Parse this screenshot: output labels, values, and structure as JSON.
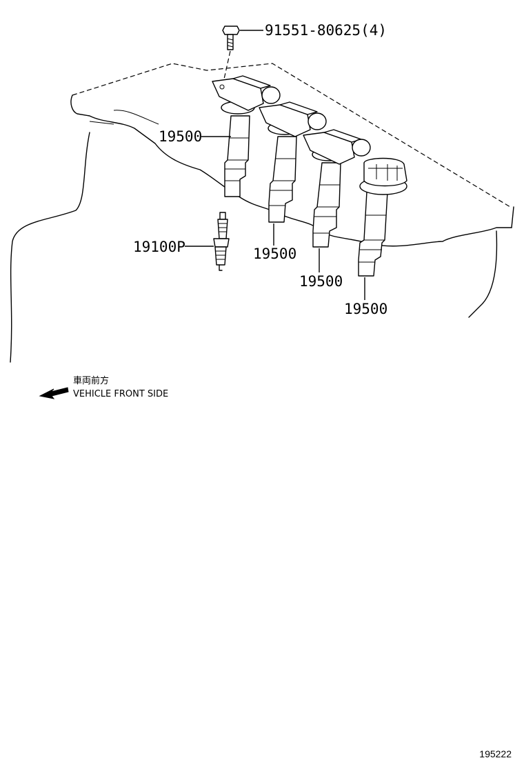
{
  "diagram": {
    "callouts": {
      "bolt": "91551-80625(4)",
      "coil_1": "19500",
      "spark_plug": "19100P",
      "coil_2": "19500",
      "coil_3": "19500",
      "coil_4": "19500"
    },
    "direction_note": {
      "japanese": "車両前方",
      "english": "VEHICLE FRONT SIDE"
    },
    "figure_number": "195222"
  }
}
